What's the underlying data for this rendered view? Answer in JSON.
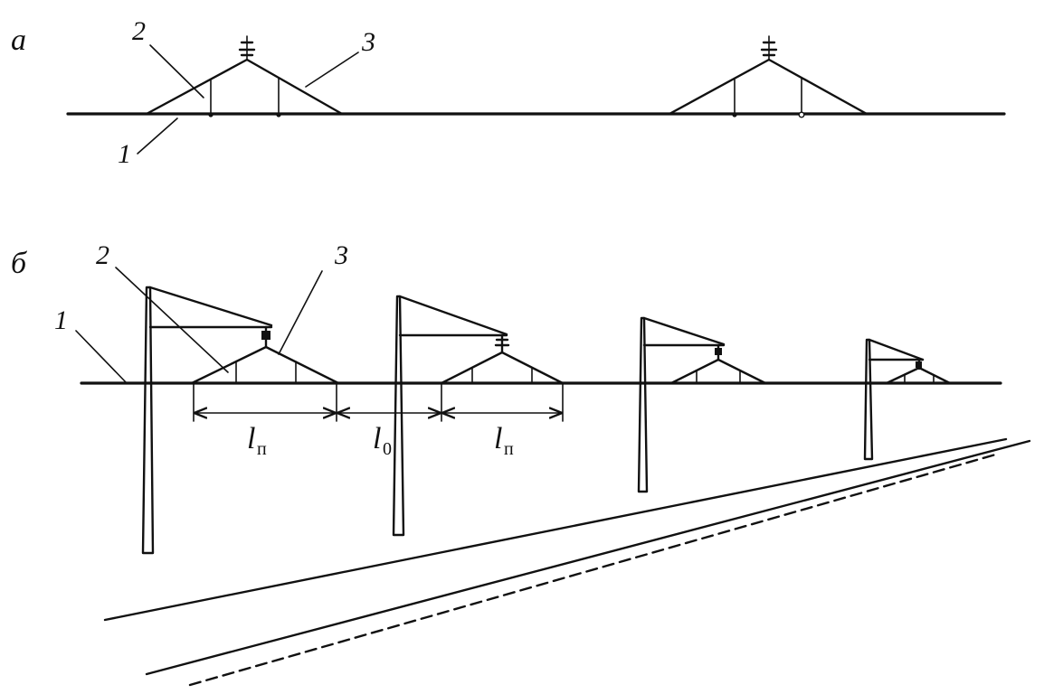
{
  "panel_a": {
    "label": "а",
    "callouts": {
      "contact_wire": "1",
      "dropper": "2",
      "messenger": "3"
    }
  },
  "panel_b": {
    "label": "б",
    "callouts": {
      "contact_wire": "1",
      "dropper": "2",
      "messenger": "3"
    },
    "dimensions": {
      "span_1": {
        "main": "l",
        "sub": "п"
      },
      "gap": {
        "main": "l",
        "sub": "0"
      },
      "span_2": {
        "main": "l",
        "sub": "п"
      }
    }
  },
  "colors": {
    "ink": "#111111",
    "background": "#ffffff"
  }
}
